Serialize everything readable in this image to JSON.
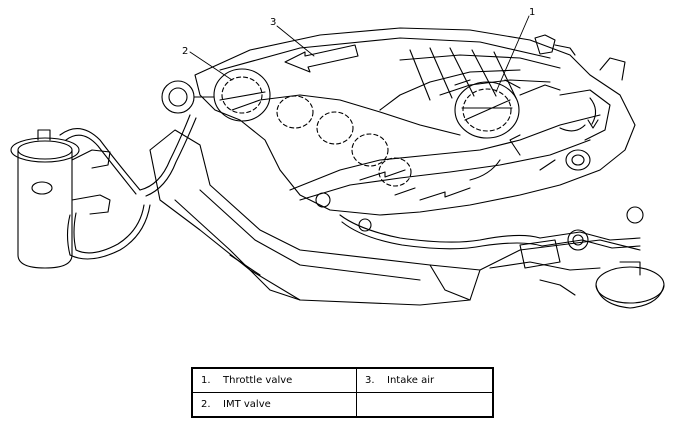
{
  "callouts": [
    {
      "number": "1"
    },
    {
      "number": "2"
    },
    {
      "number": "3"
    }
  ],
  "legend": {
    "rows": [
      [
        {
          "number": "1.",
          "text": "Throttle valve"
        },
        {
          "number": "3.",
          "text": "Intake air"
        }
      ],
      [
        {
          "number": "2.",
          "text": "IMT valve"
        },
        {
          "number": "",
          "text": ""
        }
      ]
    ]
  }
}
